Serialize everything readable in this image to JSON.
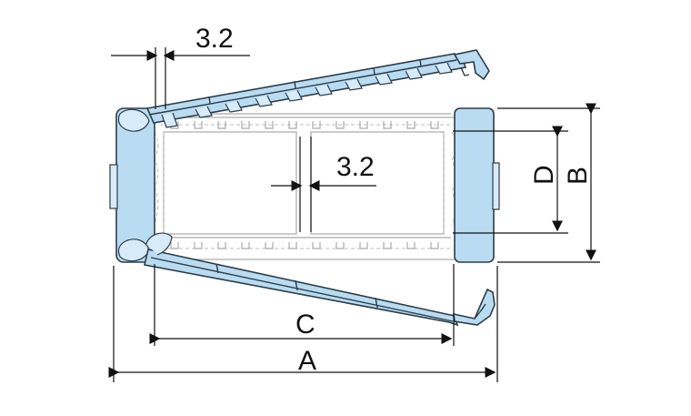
{
  "dimension_labels": {
    "top_offset": "3.2",
    "inner_offset": "3.2",
    "inner_height": "D",
    "outer_height": "B",
    "inner_width": "C",
    "outer_width": "A"
  },
  "colors": {
    "part_fill": "#b9dcf2",
    "part_light": "#d7ebf8",
    "outline": "#2d3c48",
    "hidden_line": "#a9a9a9",
    "dimension_line": "#111111"
  }
}
